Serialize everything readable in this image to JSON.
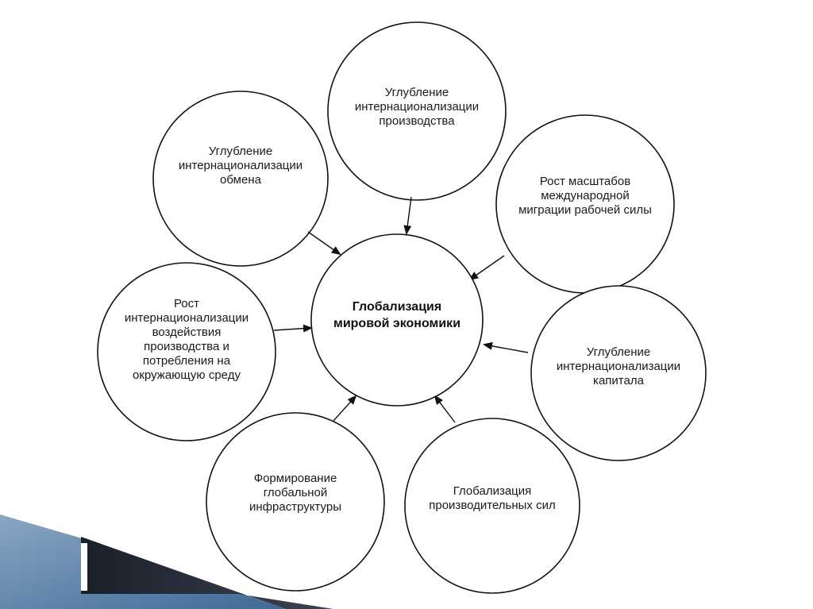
{
  "diagram": {
    "center": {
      "lines": [
        "Глобализация",
        "мировой экономики"
      ]
    },
    "nodes": [
      {
        "id": "exchange",
        "lines": [
          "Углубление",
          "интернационализации",
          "обмена"
        ]
      },
      {
        "id": "production",
        "lines": [
          "Углубление",
          "интернационализации",
          "производства"
        ]
      },
      {
        "id": "migration",
        "lines": [
          "Рост масштабов",
          "международной",
          "миграции рабочей силы"
        ]
      },
      {
        "id": "capital",
        "lines": [
          "Углубление",
          "интернационализации",
          "капитала"
        ]
      },
      {
        "id": "productive-forces",
        "lines": [
          "Глобализация",
          "производительных сил"
        ]
      },
      {
        "id": "infrastructure",
        "lines": [
          "Формирование",
          "глобальной",
          "инфраструктуры"
        ]
      },
      {
        "id": "environment",
        "lines": [
          "Рост",
          "интернационализации",
          "воздействия",
          "производства и",
          "потребления на",
          "окружающую среду"
        ]
      }
    ]
  }
}
